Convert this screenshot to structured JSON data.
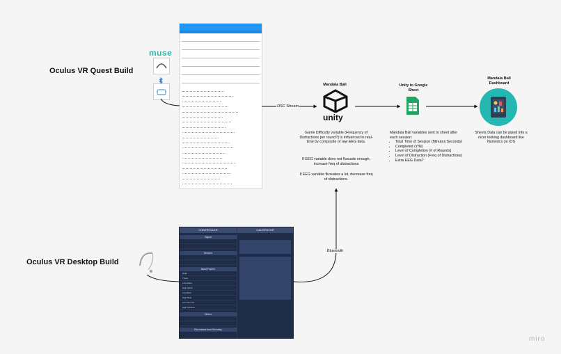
{
  "builds": {
    "quest": "Oculus VR Quest Build",
    "desktop": "Oculus VR Desktop Build"
  },
  "logos": {
    "muse": "muse"
  },
  "nodes": {
    "mandala_ball": "Mandala Ball",
    "unity_word": "unity",
    "unity_sheet": "Unity to Google Sheet",
    "dashboard": "Mandala Ball Dashboard"
  },
  "edges": {
    "osc": "OSC Stream",
    "bluetooth": "Bluetooth"
  },
  "notes": {
    "game_difficulty": "Game Difficulty variable (Frequency of Distractions per round?) is influenced in real-time by composite of raw EEG data.",
    "not_fluxuate": "If EEG variable does not fluxuate enough, increase freq of distractions",
    "fluxuate_lot": "If EEG variable fluxuates a lot, decrease freq of distractions.",
    "sheet_intro": "Mandala Ball variables sent to sheet after each session:",
    "sheet_items": [
      "Total Time of Session (Minutes:Seconds)",
      "Completed (Y/N)",
      "Level of Completion (# of Rounds)",
      "Level of Distraction (Freq of Distractions)",
      "Extra EEG Data?"
    ],
    "dashboard_note": "Sheets Data can be piped into a nicer looking dashboard like Numerics on iOS"
  },
  "desktop_panel": {
    "left_header": "CONTROLLER",
    "right_header": "CALIBRATOR",
    "sections": [
      "Signal",
      "Sensors",
      "Band Powers",
      "Others"
    ],
    "band_rows": [
      "Delta",
      "Theta",
      "Low Alpha",
      "High Alpha",
      "Low Beta",
      "High Beta",
      "Low Gamma",
      "High Gamma"
    ],
    "footer": "Disconnect from Neurosky"
  },
  "watermark": "miro"
}
